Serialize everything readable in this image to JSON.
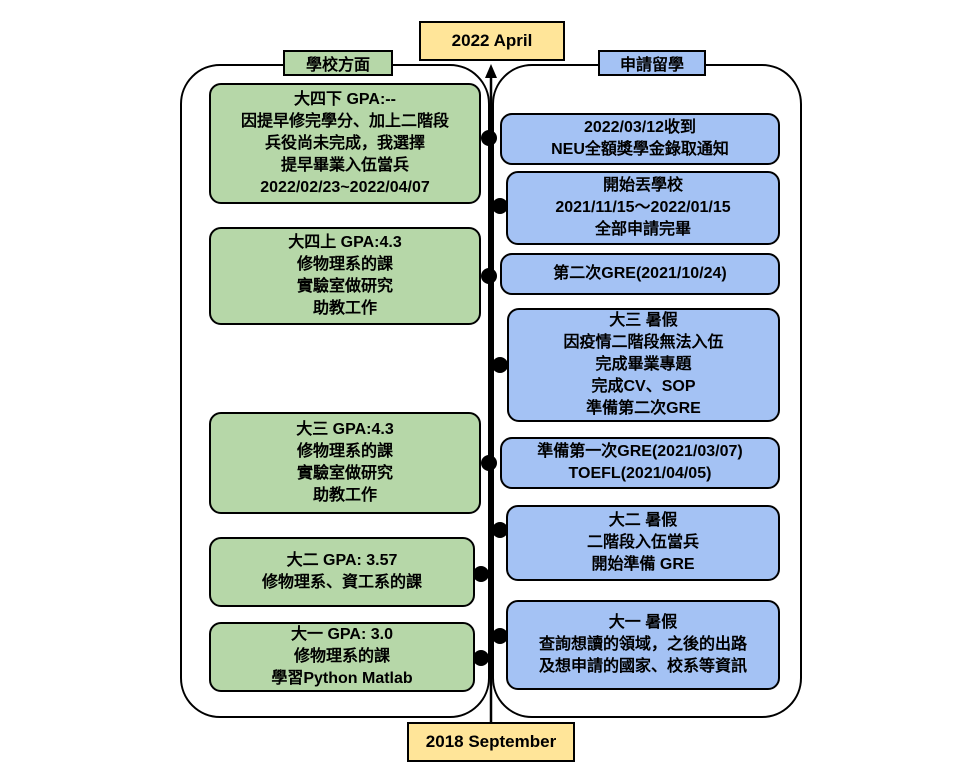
{
  "dates": {
    "top": "2022 April",
    "bottom": "2018 September"
  },
  "headers": {
    "school": "學校方面",
    "apply": "申請留學"
  },
  "school_items": [
    {
      "lines": [
        "大四下 GPA:--",
        "因提早修完學分、加上二階段",
        "兵役尚未完成，我選擇",
        "提早畢業入伍當兵",
        "2022/02/23~2022/04/07"
      ]
    },
    {
      "lines": [
        "大四上 GPA:4.3",
        "修物理系的課",
        "實驗室做研究",
        "助教工作"
      ]
    },
    {
      "lines": [
        "大三 GPA:4.3",
        "修物理系的課",
        "實驗室做研究",
        "助教工作"
      ]
    },
    {
      "lines": [
        "大二 GPA: 3.57",
        "修物理系、資工系的課"
      ]
    },
    {
      "lines": [
        "大一 GPA: 3.0",
        "修物理系的課",
        "學習Python Matlab"
      ]
    }
  ],
  "apply_items": [
    {
      "lines": [
        "2022/03/12收到",
        "NEU全額獎學金錄取通知"
      ]
    },
    {
      "lines": [
        "開始丟學校",
        "2021/11/15～2022/01/15",
        "全部申請完畢"
      ]
    },
    {
      "lines": [
        "第二次GRE(2021/10/24)"
      ]
    },
    {
      "lines": [
        "大三 暑假",
        "因疫情二階段無法入伍",
        "完成畢業專題",
        "完成CV、SOP",
        "準備第二次GRE"
      ]
    },
    {
      "lines": [
        "準備第一次GRE(2021/03/07)",
        "TOEFL(2021/04/05)"
      ]
    },
    {
      "lines": [
        "大二 暑假",
        "二階段入伍當兵",
        "開始準備 GRE"
      ]
    },
    {
      "lines": [
        "大一 暑假",
        "查詢想讀的領域，之後的出路",
        "及想申請的國家、校系等資訊"
      ]
    }
  ]
}
